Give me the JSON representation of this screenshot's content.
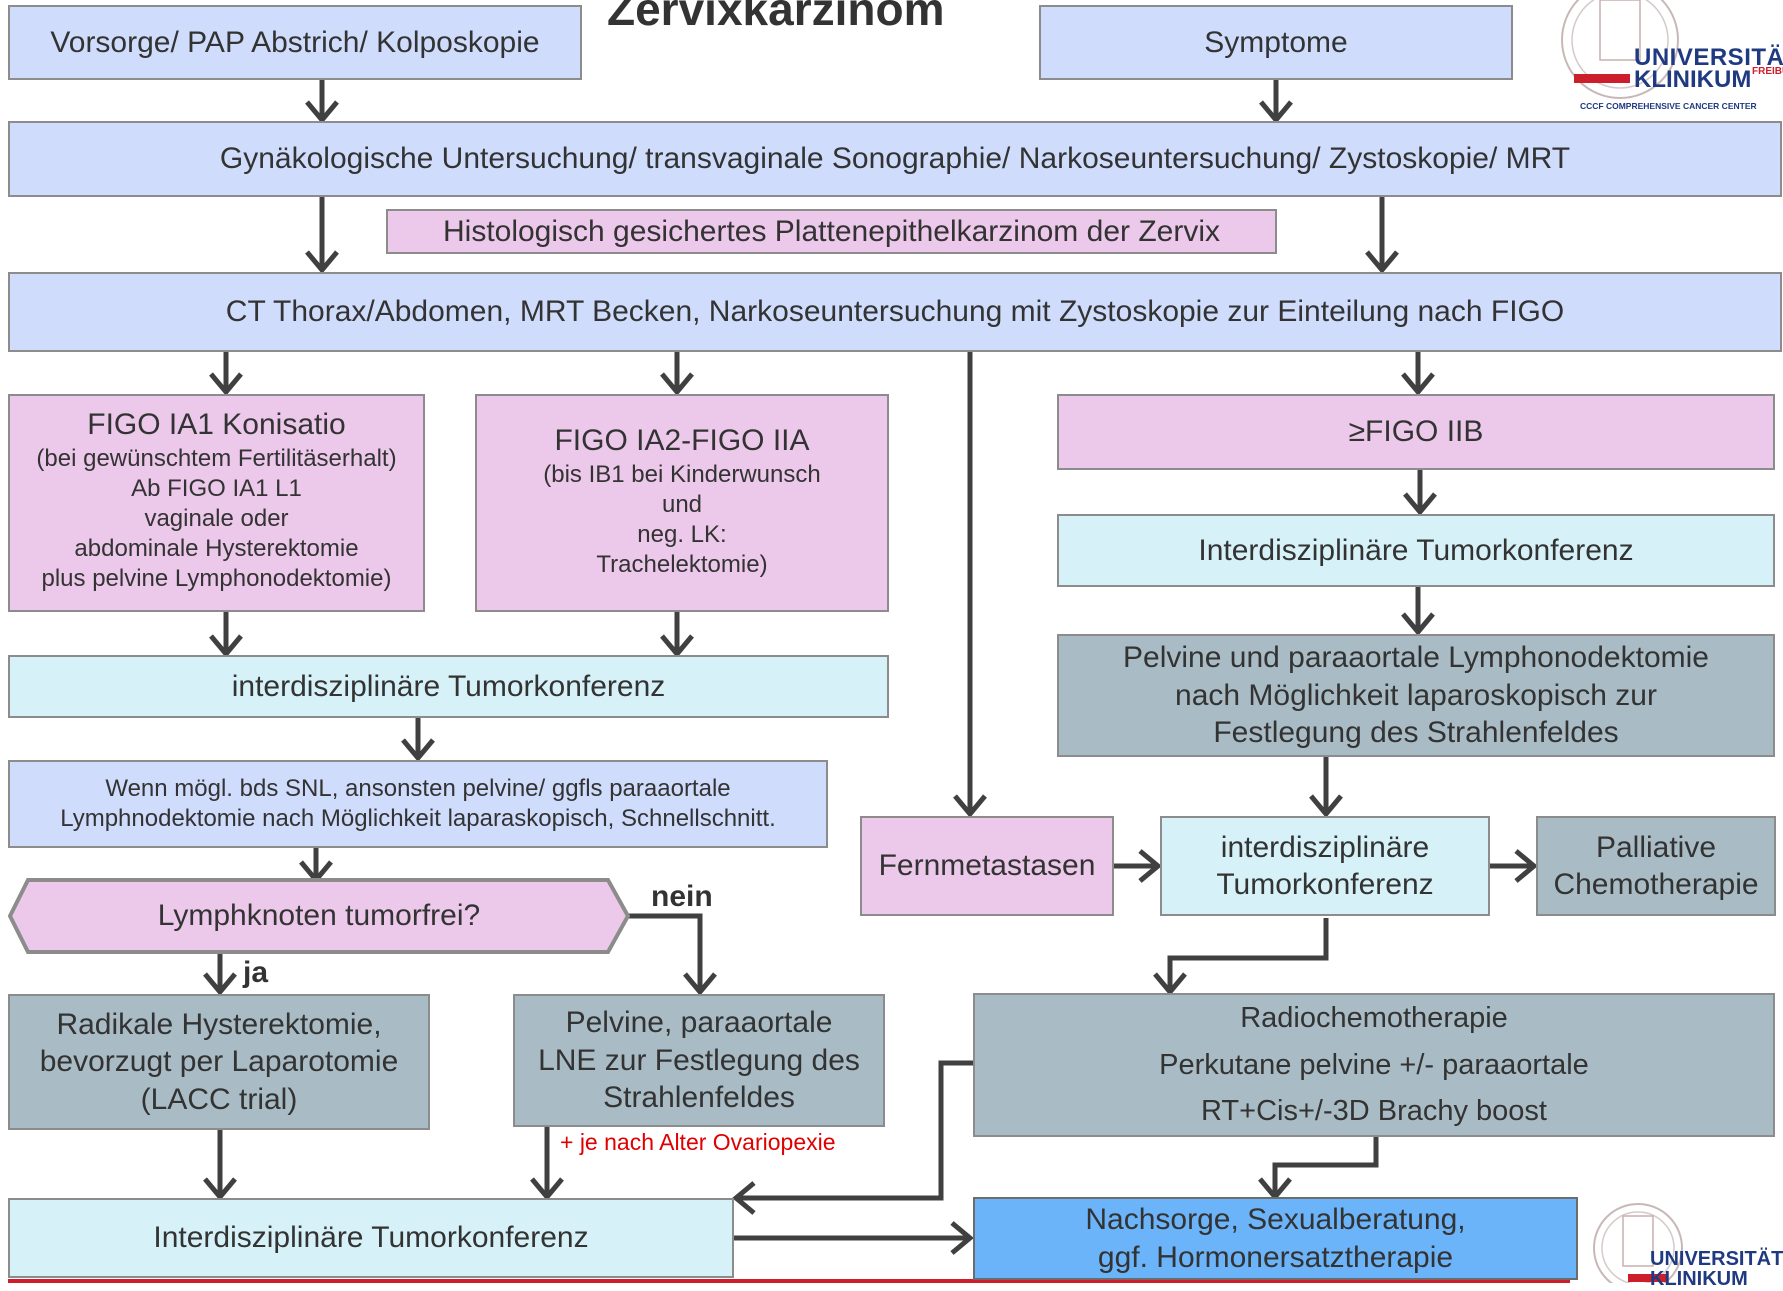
{
  "title": "Zervixkarzinom",
  "logo": {
    "line1": "UNIVERSITÄT",
    "line2": "KLINIKUM",
    "super": "FREIBURG",
    "sub": "CCCF COMPREHENSIVE CANCER CENTER"
  },
  "nodes": {
    "vorsorge": "Vorsorge/ PAP Abstrich/ Kolposkopie",
    "symptome": "Symptome",
    "untersuchung": "Gynäkologische Untersuchung/ transvaginale Sonographie/ Narkoseuntersuchung/ Zystoskopie/ MRT",
    "histologie": "Histologisch gesichertes Plattenepithelkarzinom der Zervix",
    "staging": "CT Thorax/Abdomen, MRT Becken, Narkoseuntersuchung mit Zystoskopie zur Einteilung nach FIGO",
    "ia1": [
      "FIGO IA1 Konisatio",
      "(bei gewünschtem Fertilitäserhalt)",
      "Ab FIGO IA1 L1",
      "vaginale oder",
      "abdominale Hysterektomie",
      "plus  pelvine Lymphonodektomie)"
    ],
    "ia2": [
      "FIGO IA2-FIGO IIA",
      "(bis IB1 bei Kinderwunsch",
      "und",
      "neg. LK:",
      "Trachelektomie)"
    ],
    "iib": "≥FIGO IIB",
    "tk_iib": "Interdisziplinäre Tumorkonferenz",
    "lne_para": [
      "Pelvine und paraaortale Lymphonodektomie",
      "nach Möglichkeit laparoskopisch zur",
      "Festlegung des Strahlenfeldes"
    ],
    "tk_left": "interdisziplinäre Tumorkonferenz",
    "snl": [
      "Wenn mögl. bds SNL, ansonsten pelvine/ ggfls paraaortale",
      "Lymphnodektomie nach Möglichkeit laparaskopisch, Schnellschnitt."
    ],
    "fernmetastasen": "Fernmetastasen",
    "tk_mid": [
      "interdisziplinäre",
      "Tumorkonferenz"
    ],
    "palliativ": [
      "Palliative",
      "Chemotherapie"
    ],
    "lymph_question": "Lymphknoten tumorfrei?",
    "radikale": [
      "Radikale Hysterektomie,",
      "bevorzugt per Laparotomie",
      "(LACC trial)"
    ],
    "pelvine_lne": [
      "Pelvine, paraaortale",
      "LNE zur Festlegung des",
      "Strahlenfeldes"
    ],
    "ovario_note": "+ je nach Alter Ovariopexie",
    "radiochemo": [
      "Radiochemotherapie",
      "Perkutane pelvine +/- paraaortale",
      "RT+Cis+/-3D Brachy boost"
    ],
    "tk_bottom": "Interdisziplinäre Tumorkonferenz",
    "nachsorge": [
      "Nachsorge, Sexualberatung,",
      "ggf. Hormonersatztherapie"
    ]
  },
  "labels": {
    "ja": "ja",
    "nein": "nein"
  },
  "colors": {
    "blue": "#cfdcfc",
    "pink": "#ecc8ea",
    "cyan": "#d6f2f8",
    "gray": "#a9bcc5",
    "bright_blue": "#6cb4fa",
    "arrow": "#404040",
    "note_red": "#e00000"
  }
}
